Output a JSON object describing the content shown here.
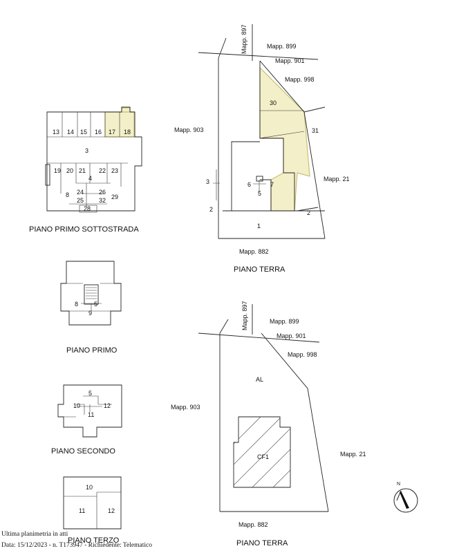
{
  "titles": {
    "piano_primo_sottostrada": "PIANO PRIMO SOTTOSTRADA",
    "piano_terra_top": "PIANO TERRA",
    "piano_primo": "PIANO PRIMO",
    "piano_secondo": "PIANO SECONDO",
    "piano_terzo": "PIANO TERZO",
    "piano_terra_bottom": "PIANO TERRA"
  },
  "sottostrada": {
    "units_top": [
      "13",
      "14",
      "15",
      "16",
      "17",
      "18"
    ],
    "corridor": "3",
    "units_row2": [
      "19",
      "20",
      "21",
      "22",
      "23"
    ],
    "center": "4",
    "left_low": "8",
    "right_low": "29",
    "mid": [
      "24",
      "26",
      "25",
      "32"
    ],
    "bottom": "28"
  },
  "terra_top": {
    "mapp_897": "Mapp. 897",
    "mapp_899": "Mapp. 899",
    "mapp_901": "Mapp. 901",
    "mapp_998": "Mapp. 998",
    "mapp_903": "Mapp. 903",
    "mapp_21": "Mapp. 21",
    "mapp_882": "Mapp. 882",
    "n30": "30",
    "n31": "31",
    "n3": "3",
    "n2_left": "2",
    "n2_right": "2",
    "n6": "6",
    "n7": "7",
    "n5": "5",
    "n1": "1"
  },
  "primo": {
    "n8": "8",
    "n5": "5",
    "n9": "9"
  },
  "secondo": {
    "n5": "5",
    "n10": "10",
    "n12": "12",
    "n11": "11"
  },
  "terzo": {
    "n10": "10",
    "n11": "11",
    "n12": "12"
  },
  "terra_bottom": {
    "mapp_897": "Mapp. 897",
    "mapp_899": "Mapp. 899",
    "mapp_901": "Mapp. 901",
    "mapp_998": "Mapp. 998",
    "mapp_903": "Mapp. 903",
    "mapp_21": "Mapp. 21",
    "mapp_882": "Mapp. 882",
    "al": "AL",
    "cf1": "CF1"
  },
  "north": "N",
  "footer": {
    "line1": "Ultima planimetria in atti",
    "line2": "Data: 15/12/2023 - n. T173947 - Richiedente: Telematico"
  },
  "colors": {
    "highlight": "#f3efc8",
    "line": "#222222"
  }
}
